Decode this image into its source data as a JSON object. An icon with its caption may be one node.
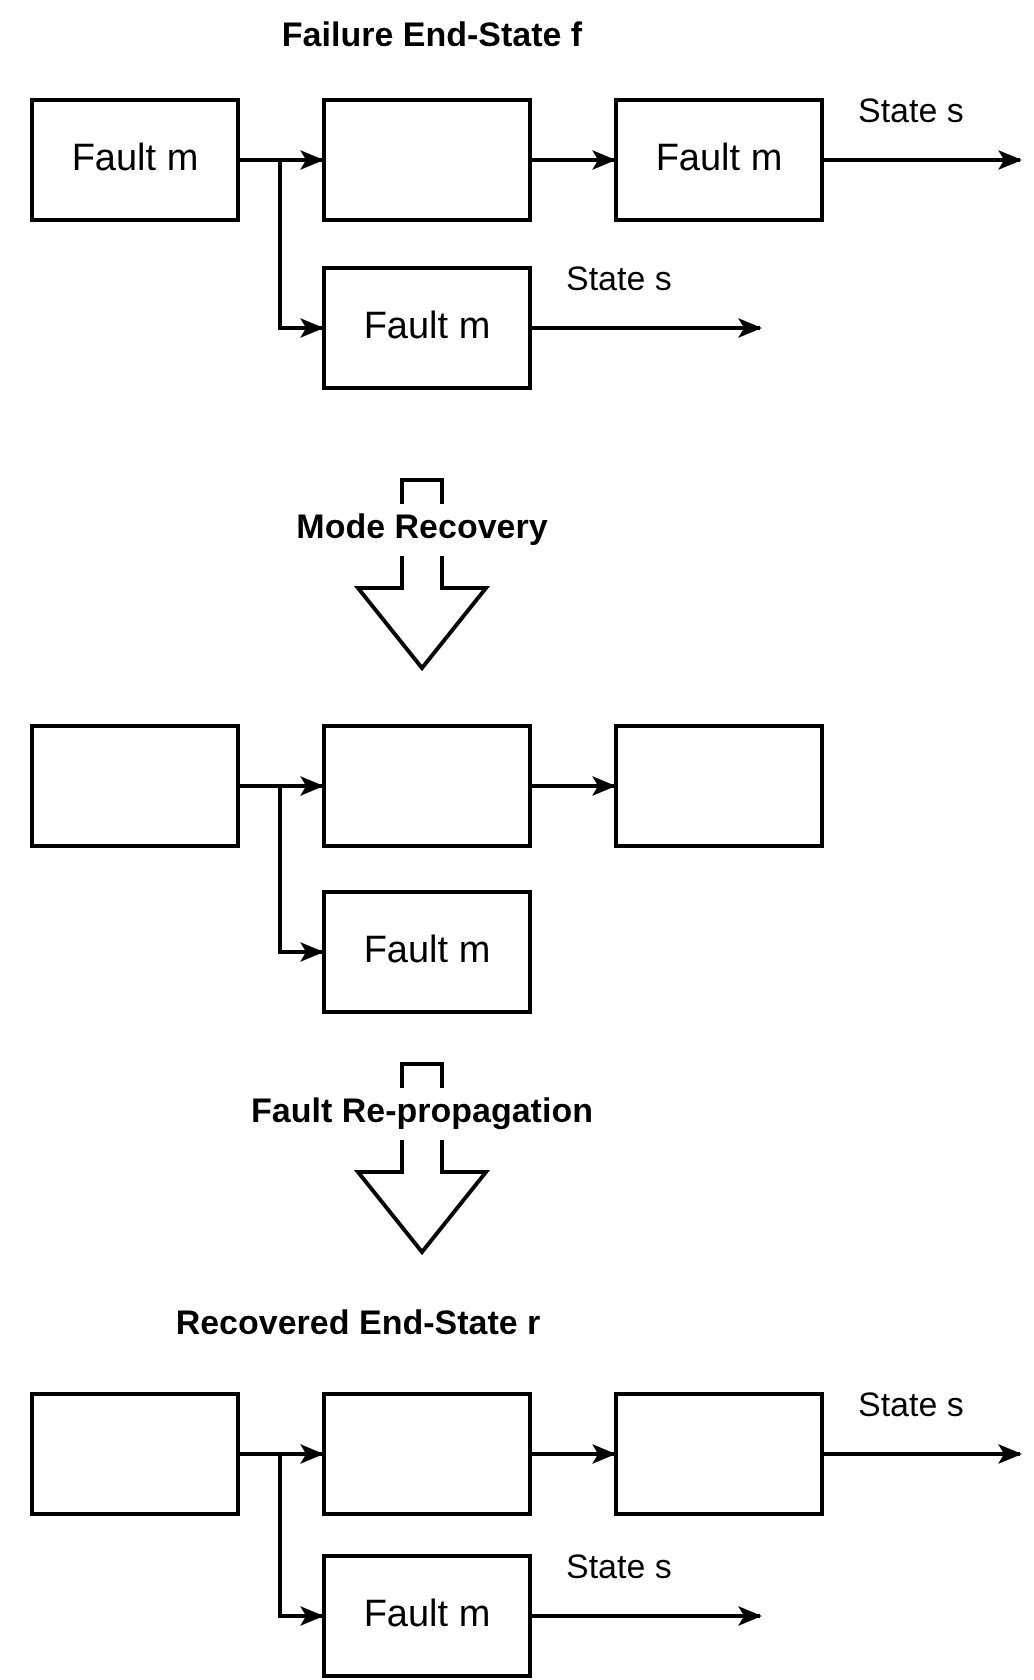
{
  "diagram": {
    "nodes": [
      {
        "text": [
          "Fault m"
        ]
      },
      {
        "text": [],
        "shape": "box"
      },
      {
        "text": [
          "Fault m"
        ]
      },
      {
        "text": [
          "Fault m"
        ]
      },
      {
        "text": [],
        "shape": "box"
      },
      {
        "text": [],
        "shape": "box"
      },
      {
        "text": [],
        "shape": "box"
      },
      {
        "text": [
          "Fault m"
        ]
      },
      {
        "text": [],
        "shape": "box"
      },
      {
        "text": [],
        "shape": "box"
      },
      {
        "text": [],
        "shape": "box"
      },
      {
        "text": [
          "Fault m"
        ]
      }
    ],
    "edges": [
      {
        "from": 0,
        "to": 1,
        "arrow": "to"
      },
      {
        "from": 0,
        "to": 3,
        "arrow": "to"
      },
      {
        "from": 1,
        "to": 2,
        "arrow": "to"
      },
      {
        "from": 2,
        "to": null,
        "arrow": "to",
        "label": "State s"
      },
      {
        "from": 3,
        "to": null,
        "arrow": "to",
        "label": "State s"
      },
      {
        "from": 4,
        "to": 5,
        "arrow": "to"
      },
      {
        "from": 4,
        "to": 7,
        "arrow": "to"
      },
      {
        "from": 5,
        "to": 6,
        "arrow": "to"
      },
      {
        "from": 8,
        "to": 9,
        "arrow": "to"
      },
      {
        "from": 8,
        "to": 11,
        "arrow": "to"
      },
      {
        "from": 9,
        "to": 10,
        "arrow": "to"
      },
      {
        "from": 10,
        "to": null,
        "arrow": "to",
        "label": "State s"
      },
      {
        "from": 11,
        "to": null,
        "arrow": "to",
        "label": "State s"
      }
    ],
    "labels": [
      "Failure End-State f",
      "Mode Recovery",
      "Fault Re-propagation",
      "Recovered End-State r"
    ]
  }
}
